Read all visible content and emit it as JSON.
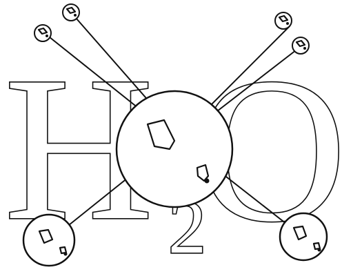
{
  "formula": {
    "hydrogen_symbol": "H",
    "subscript": "2",
    "oxygen_symbol": "O"
  },
  "colors": {
    "ink": "#111111",
    "paper": "#ffffff"
  }
}
